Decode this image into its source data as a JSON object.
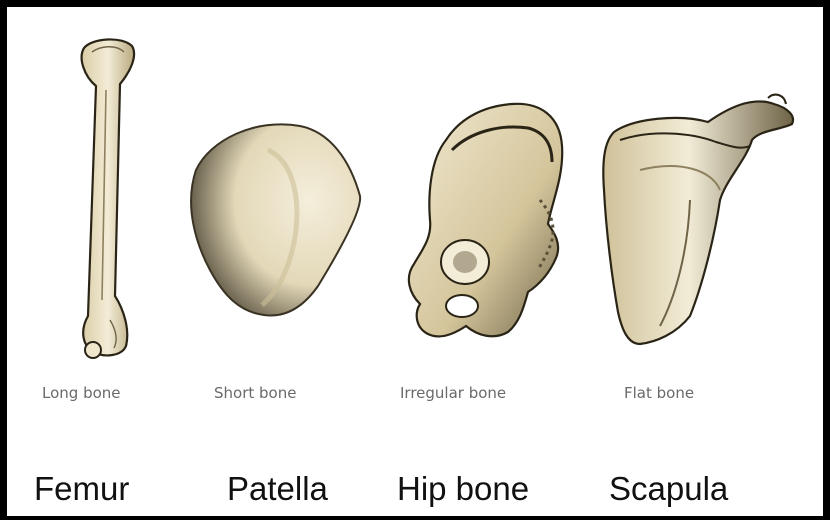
{
  "bones": [
    {
      "type_label": "Long bone",
      "name": "Femur",
      "icon": "femur-icon"
    },
    {
      "type_label": "Short bone",
      "name": "Patella",
      "icon": "patella-icon"
    },
    {
      "type_label": "Irregular bone",
      "name": "Hip bone",
      "icon": "hip-bone-icon"
    },
    {
      "type_label": "Flat bone",
      "name": "Scapula",
      "icon": "scapula-icon"
    }
  ],
  "colors": {
    "bone_light": "#efe6cc",
    "bone_mid": "#d6c7a0",
    "bone_shadow": "#8e8160",
    "outline": "#2a2416",
    "frame": "#000000"
  }
}
